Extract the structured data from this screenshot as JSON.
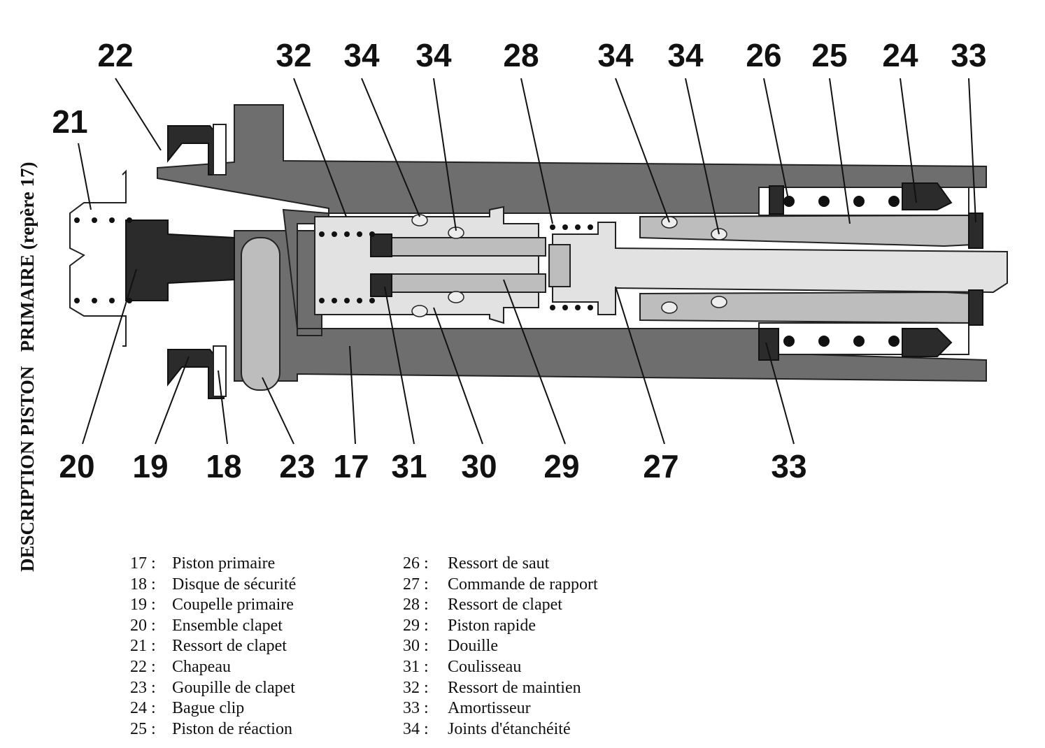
{
  "title": "DESCRIPTION PISTON   PRIMAIRE (repère 17)",
  "callouts_top": [
    "22",
    "32",
    "34",
    "34",
    "28",
    "34",
    "34",
    "26",
    "25",
    "24",
    "33",
    "21"
  ],
  "callouts_bottom": [
    "20",
    "19",
    "18",
    "23",
    "17",
    "31",
    "30",
    "29",
    "27",
    "33"
  ],
  "legend_left": [
    {
      "num": "17 :",
      "label": "Piston primaire"
    },
    {
      "num": "18 :",
      "label": "Disque de sécurité"
    },
    {
      "num": "19 :",
      "label": "Coupelle primaire"
    },
    {
      "num": "20 :",
      "label": "Ensemble clapet"
    },
    {
      "num": "21 :",
      "label": "Ressort de clapet"
    },
    {
      "num": "22 :",
      "label": "Chapeau"
    },
    {
      "num": "23 :",
      "label": "Goupille de clapet"
    },
    {
      "num": "24 :",
      "label": "Bague clip"
    },
    {
      "num": "25 :",
      "label": "Piston de réaction"
    }
  ],
  "legend_right": [
    {
      "num": "26 :",
      "label": "Ressort de saut"
    },
    {
      "num": "27 :",
      "label": "Commande de rapport"
    },
    {
      "num": "28 :",
      "label": "Ressort de clapet"
    },
    {
      "num": "29 :",
      "label": "Piston rapide"
    },
    {
      "num": "30 :",
      "label": "Douille"
    },
    {
      "num": "31 :",
      "label": "Coulisseau"
    },
    {
      "num": "32 :",
      "label": "Ressort de maintien"
    },
    {
      "num": "33 :",
      "label": "Amortisseur"
    },
    {
      "num": "34 :",
      "label": "Joints d'étanchéité"
    }
  ]
}
